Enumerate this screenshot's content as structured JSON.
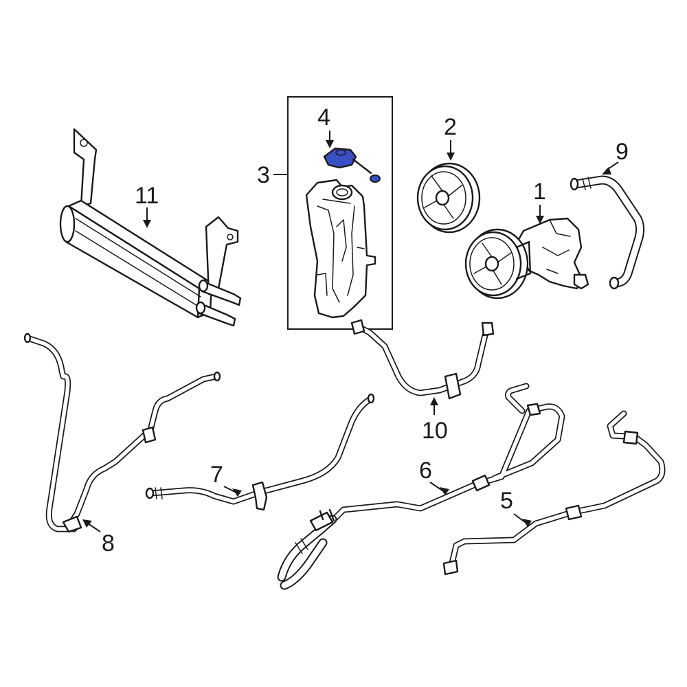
{
  "callouts": {
    "c1": "1",
    "c2": "2",
    "c3": "3",
    "c4": "4",
    "c5": "5",
    "c6": "6",
    "c7": "7",
    "c8": "8",
    "c9": "9",
    "c10": "10",
    "c11": "11"
  },
  "colors": {
    "line": "#1a1a1a",
    "highlight_part": "#3a4fc4",
    "background": "#ffffff"
  },
  "highlighted_part": "4"
}
